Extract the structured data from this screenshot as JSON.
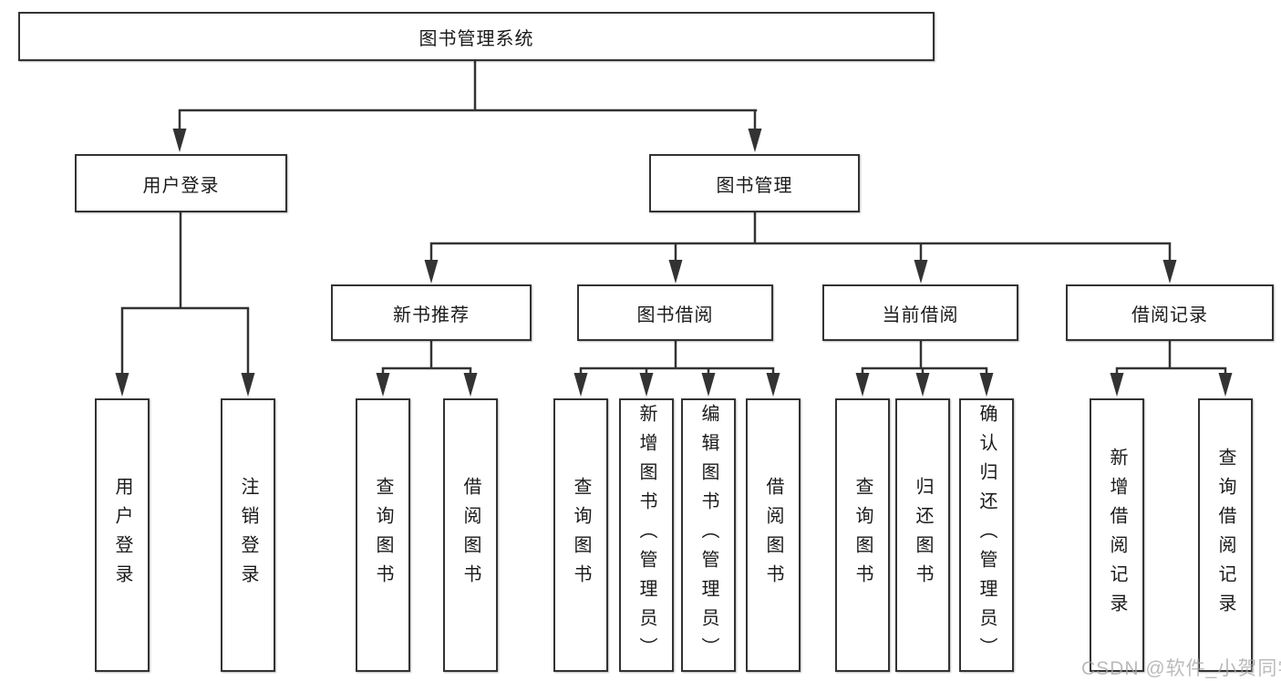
{
  "nodes": {
    "root": "图书管理系统",
    "user_login": "用户登录",
    "book_mgmt": "图书管理",
    "new_books": "新书推荐",
    "book_borrow": "图书借阅",
    "current_borrow": "当前借阅",
    "borrow_records": "借阅记录"
  },
  "leaves": {
    "user_login": [
      "用户登录",
      "注销登录"
    ],
    "new_books": [
      "查询图书",
      "借阅图书"
    ],
    "book_borrow": [
      "查询图书",
      "新增图书（管理员）",
      "编辑图书（管理员）",
      "借阅图书"
    ],
    "current_borrow": [
      "查询图书",
      "归还图书",
      "确认归还（管理员）"
    ],
    "borrow_records": [
      "新增借阅记录",
      "查询借阅记录"
    ]
  },
  "watermark": {
    "text": "CSDN @软件_小贺同学"
  },
  "colors": {
    "line": "#333333",
    "box_border": "#333333",
    "box_fill": "#ffffff",
    "text": "#1a1a1a",
    "watermark": "#c2c2c2"
  }
}
